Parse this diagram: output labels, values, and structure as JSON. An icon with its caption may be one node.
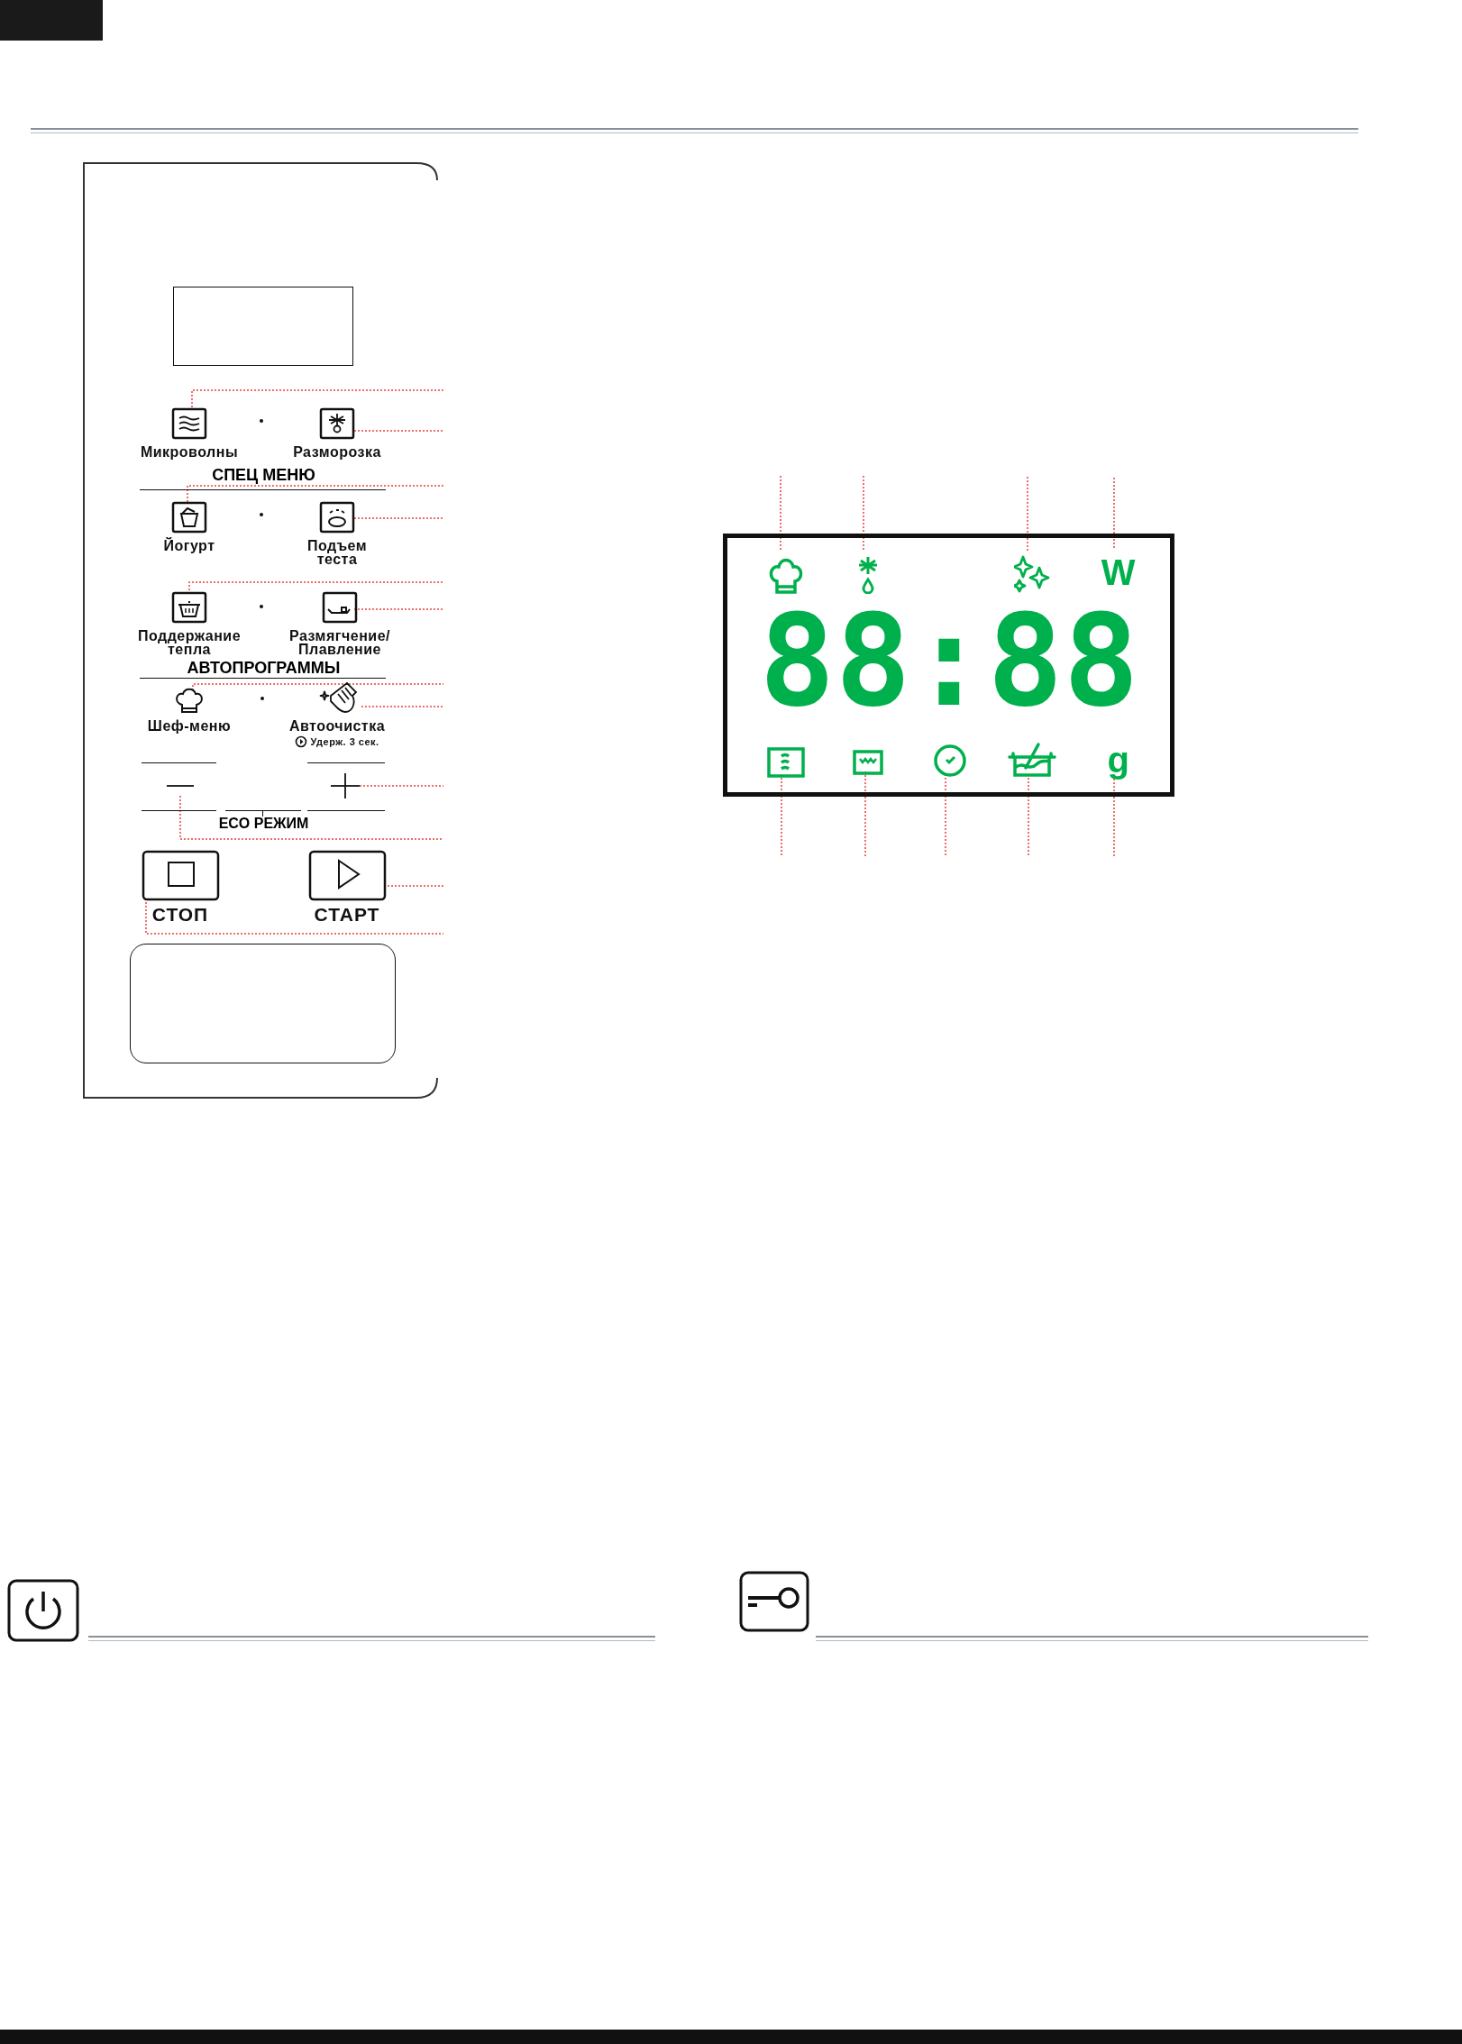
{
  "diagram": {
    "nodes": [
      {
        "text": [],
        "shape": "box"
      },
      {
        "text": [
          "Микроволны"
        ],
        "in": 0
      },
      {
        "text": [
          "Разморозка"
        ],
        "in": 0
      },
      {
        "text": [
          "Йогурт"
        ],
        "in": 0
      },
      {
        "text": [
          "Подъем теста"
        ],
        "in": 0
      },
      {
        "text": [
          "Поддержание тепла"
        ],
        "in": 0
      },
      {
        "text": [
          "Размягчение/ Плавление"
        ],
        "in": 0
      },
      {
        "text": [
          "Шеф-меню"
        ],
        "in": 0
      },
      {
        "text": [
          "Автоочистка",
          "Удерж. 3 сек."
        ],
        "in": 0
      },
      {
        "text": [],
        "shape": "minus",
        "in": 0
      },
      {
        "text": [],
        "shape": "plus",
        "in": 0
      },
      {
        "text": [
          "СТОП"
        ],
        "in": 0
      },
      {
        "text": [
          "СТАРТ"
        ],
        "in": 0
      },
      {
        "text": [],
        "shape": "box"
      },
      {
        "text": [],
        "shape": "icon",
        "in": 13
      },
      {
        "text": [],
        "shape": "icon",
        "in": 13
      },
      {
        "text": [],
        "shape": "icon",
        "in": 13
      },
      {
        "text": [
          "W"
        ],
        "in": 13
      },
      {
        "text": [],
        "shape": "icon",
        "in": 13
      },
      {
        "text": [],
        "shape": "icon",
        "in": 13
      },
      {
        "text": [],
        "shape": "icon",
        "in": 13
      },
      {
        "text": [],
        "shape": "icon",
        "in": 13
      },
      {
        "text": [
          "g"
        ],
        "in": 13
      },
      {
        "text": [],
        "shape": "box",
        "in": 0
      },
      {
        "text": [],
        "shape": "box",
        "in": 0
      }
    ],
    "edges": [
      {
        "from": 1,
        "to": null,
        "arrow": "none"
      },
      {
        "from": 2,
        "to": null,
        "arrow": "none"
      },
      {
        "from": 3,
        "to": null,
        "arrow": "none"
      },
      {
        "from": 4,
        "to": null,
        "arrow": "none"
      },
      {
        "from": 5,
        "to": null,
        "arrow": "none"
      },
      {
        "from": 6,
        "to": null,
        "arrow": "none"
      },
      {
        "from": 7,
        "to": null,
        "arrow": "none"
      },
      {
        "from": 8,
        "to": null,
        "arrow": "none"
      },
      {
        "from": 10,
        "to": null,
        "arrow": "none"
      },
      {
        "from": 9,
        "to": null,
        "arrow": "none"
      },
      {
        "from": 12,
        "to": null,
        "arrow": "none"
      },
      {
        "from": 11,
        "to": null,
        "arrow": "none"
      },
      {
        "from": 14,
        "to": null,
        "arrow": "none"
      },
      {
        "from": 15,
        "to": null,
        "arrow": "none"
      },
      {
        "from": 16,
        "to": null,
        "arrow": "none"
      },
      {
        "from": 17,
        "to": null,
        "arrow": "none"
      },
      {
        "from": 18,
        "to": null,
        "arrow": "none"
      },
      {
        "from": 19,
        "to": null,
        "arrow": "none"
      },
      {
        "from": 20,
        "to": null,
        "arrow": "none"
      },
      {
        "from": 21,
        "to": null,
        "arrow": "none"
      },
      {
        "from": 22,
        "to": null,
        "arrow": "none"
      }
    ],
    "labels": [
      "СПЕЦ МЕНЮ",
      "АВТОПРОГРАММЫ",
      "ECO РЕЖИМ",
      "88:88"
    ]
  }
}
